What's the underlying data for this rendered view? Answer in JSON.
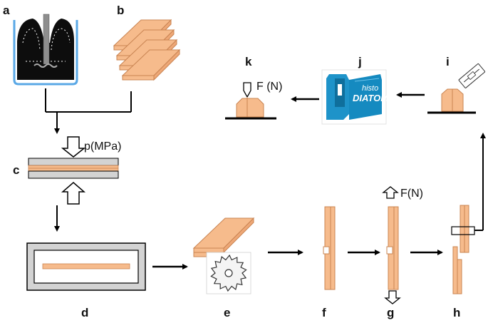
{
  "panels": {
    "a": "a",
    "b": "b",
    "c": "c",
    "d": "d",
    "e": "e",
    "f": "f",
    "g": "g",
    "h": "h",
    "i": "i",
    "j": "j",
    "k": "k"
  },
  "annotations": {
    "pressure": "p(MPa)",
    "force_g": "F(N)",
    "force_k": "F (N)"
  },
  "logo": {
    "line1": "histo",
    "line2": "DIATOME"
  },
  "colors": {
    "sample": "#f6bb8c",
    "sample_edge": "#c98452",
    "beaker": "#5aa8e6",
    "machine": "#1e93c9",
    "plate": "#c8c8c8"
  }
}
